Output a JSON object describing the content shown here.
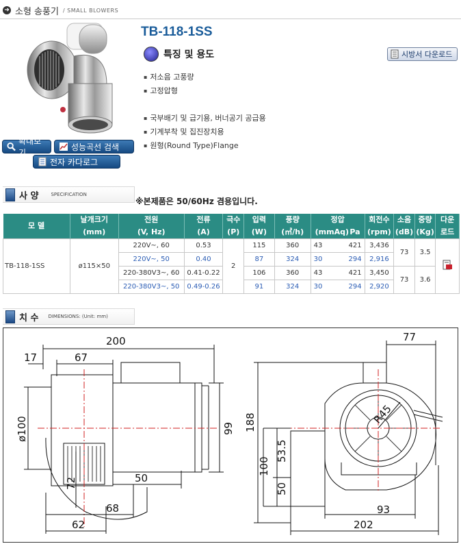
{
  "header": {
    "title_ko": "소형 송풍기",
    "title_en": "/ SMALL BLOWERS"
  },
  "product": {
    "model": "TB-118-1SS",
    "features_title": "특징 및 용도",
    "spec_download": "시방서 다운로드",
    "features": [
      "저소음 고풍량",
      "고정압형",
      "국부배기 및 급기용, 버너공기 공급용",
      "기계부착 및 집진장치용",
      "원형(Round Type)Flange"
    ]
  },
  "buttons": {
    "zoom": "확대보기",
    "curve": "성능곡선 검색",
    "catalog": "전자 카다로그"
  },
  "spec_section": {
    "title": "사 양",
    "subtitle": "SPECIFICATION",
    "notice": "※본제품은 50/60Hz 겸용입니다."
  },
  "table": {
    "headers": {
      "model": "모 델",
      "impeller": "날개크기",
      "impeller_unit": "(mm)",
      "power": "전원",
      "power_unit": "(V, Hz)",
      "current": "전류",
      "current_unit": "(A)",
      "poles": "극수",
      "poles_unit": "(P)",
      "input": "입력",
      "input_unit": "(W)",
      "airflow": "풍량",
      "airflow_unit": "(㎥/h)",
      "pressure": "정압",
      "pressure_unit1": "(mmAq)",
      "pressure_unit2": "Pa",
      "rpm": "회전수",
      "rpm_unit": "(rpm)",
      "noise": "소음",
      "noise_unit": "(dB)",
      "weight": "중량",
      "weight_unit": "(Kg)",
      "download": "다운",
      "download2": "로드"
    },
    "model": "TB-118-1SS",
    "impeller": "ø115×50",
    "poles": "2",
    "rows": [
      {
        "power": "220V~, 60",
        "current": "0.53",
        "input": "115",
        "airflow": "360",
        "mmaq": "43",
        "pa": "421",
        "rpm": "3,436"
      },
      {
        "power": "220V~, 50",
        "current": "0.40",
        "input": "87",
        "airflow": "324",
        "mmaq": "30",
        "pa": "294",
        "rpm": "2,916"
      },
      {
        "power": "220-380V3~, 60",
        "current": "0.41-0.22",
        "input": "106",
        "airflow": "360",
        "mmaq": "43",
        "pa": "421",
        "rpm": "3,450"
      },
      {
        "power": "220-380V3~, 50",
        "current": "0.49-0.26",
        "input": "91",
        "airflow": "324",
        "mmaq": "30",
        "pa": "294",
        "rpm": "2,920"
      }
    ],
    "noise": [
      "73",
      "73"
    ],
    "weight": [
      "3.5",
      "3.6"
    ]
  },
  "dim_section": {
    "title": "치 수",
    "subtitle": "DIMENSIONS: (Unit: mm)"
  },
  "dimensions": {
    "d200": "200",
    "d17": "17",
    "d67": "67",
    "d100": "ø100",
    "d99": "99",
    "d50": "50",
    "d72": "72",
    "d68": "68",
    "d62": "62",
    "d77": "77",
    "d188": "188",
    "d53": "53.5",
    "d100r": "100",
    "d50r": "50",
    "d93": "93",
    "d202": "202",
    "r45": "R45"
  }
}
